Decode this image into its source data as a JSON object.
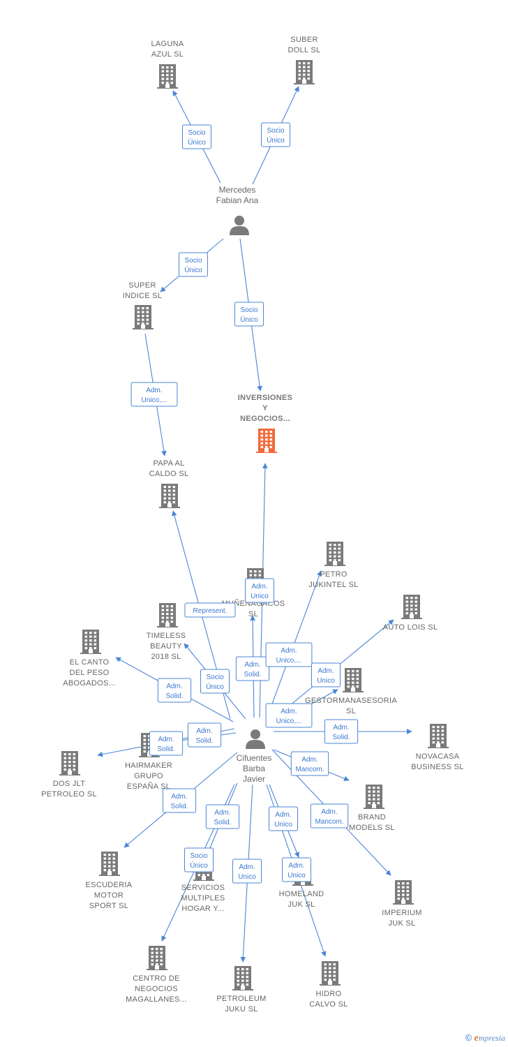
{
  "colors": {
    "building": "#7a7a7a",
    "focus_building": "#f26a3a",
    "person": "#7a7a7a",
    "edge": "#4a86d6"
  },
  "nodes": {
    "laguna": {
      "type": "company",
      "lines": [
        "LAGUNA",
        "AZUL  SL"
      ]
    },
    "suber": {
      "type": "company",
      "lines": [
        "SUBER",
        "DOLL  SL"
      ]
    },
    "mercedes": {
      "type": "person",
      "lines": [
        "Mercedes",
        "Fabian Ana"
      ]
    },
    "super": {
      "type": "company",
      "lines": [
        "SUPER",
        "INDICE  SL"
      ]
    },
    "inversiones": {
      "type": "company",
      "focus": true,
      "lines": [
        "INVERSIONES",
        "Y",
        "NEGOCIOS..."
      ]
    },
    "papa": {
      "type": "company",
      "lines": [
        "PAPA AL",
        "CALDO  SL"
      ]
    },
    "petro": {
      "type": "company",
      "lines": [
        "PETRO",
        "JUKINTEL  SL"
      ]
    },
    "munenagacos": {
      "type": "company",
      "lines": [
        "MUÑENAGACOS",
        "SL"
      ]
    },
    "autolois": {
      "type": "company",
      "lines": [
        "AUTO LOIS  SL"
      ]
    },
    "timeless": {
      "type": "company",
      "lines": [
        "TIMELESS",
        "BEAUTY",
        "2018  SL"
      ]
    },
    "elcanto": {
      "type": "company",
      "lines": [
        "EL CANTO",
        "DEL PESO",
        "ABOGADOS..."
      ]
    },
    "gestor": {
      "type": "company",
      "lines": [
        "GESTORMANASESORIA",
        "SL"
      ]
    },
    "novacasa": {
      "type": "company",
      "lines": [
        "NOVACASA",
        "BUSINESS  SL"
      ]
    },
    "cifuentes": {
      "type": "person",
      "lines": [
        "Cifuentes",
        "Barba",
        "Javier"
      ]
    },
    "hairmaker": {
      "type": "company",
      "lines": [
        "HAIRMAKER",
        "GRUPO",
        "ESPAÑA  SL"
      ]
    },
    "dosjlt": {
      "type": "company",
      "lines": [
        "DOS JLT",
        "PETROLEO  SL"
      ]
    },
    "brand": {
      "type": "company",
      "lines": [
        "BRAND",
        "MODELS  SL"
      ]
    },
    "escuderia": {
      "type": "company",
      "lines": [
        "ESCUDERIA",
        "MOTOR",
        "SPORT  SL"
      ]
    },
    "servicios": {
      "type": "company",
      "lines": [
        "SERVICIOS",
        "MULTIPLES",
        "HOGAR Y..."
      ]
    },
    "homeland": {
      "type": "company",
      "lines": [
        "HOMELAND",
        "JUK  SL"
      ]
    },
    "imperium": {
      "type": "company",
      "lines": [
        "IMPERIUM",
        "JUK  SL"
      ]
    },
    "centro": {
      "type": "company",
      "lines": [
        "CENTRO DE",
        "NEGOCIOS",
        "MAGALLANES..."
      ]
    },
    "petroleum": {
      "type": "company",
      "lines": [
        "PETROLEUM",
        "JUKU  SL"
      ]
    },
    "hidro": {
      "type": "company",
      "lines": [
        "HIDRO",
        "CALVO  SL"
      ]
    }
  },
  "edges": [
    {
      "from": "mercedes",
      "to": "laguna",
      "label": [
        "Socio",
        "Único"
      ]
    },
    {
      "from": "mercedes",
      "to": "suber",
      "label": [
        "Socio",
        "Único"
      ]
    },
    {
      "from": "mercedes",
      "to": "super",
      "label": [
        "Socio",
        "Único"
      ]
    },
    {
      "from": "mercedes",
      "to": "inversiones",
      "label": [
        "Socio",
        "Único"
      ]
    },
    {
      "from": "super",
      "to": "papa",
      "label": [
        "Adm.",
        "Unico,..."
      ]
    },
    {
      "from": "cifuentes",
      "to": "inversiones",
      "label": [
        "Adm.",
        "Unico"
      ]
    },
    {
      "from": "cifuentes",
      "to": "papa",
      "label": [
        "Represent."
      ]
    },
    {
      "from": "cifuentes",
      "to": "munenagacos",
      "label": [
        "Adm.",
        "Solid."
      ]
    },
    {
      "from": "cifuentes",
      "to": "petro",
      "label": [
        "Adm.",
        "Unico,..."
      ]
    },
    {
      "from": "cifuentes",
      "to": "autolois",
      "label": [
        "Adm.",
        "Unico"
      ]
    },
    {
      "from": "cifuentes",
      "to": "timeless",
      "label": [
        "Socio",
        "Único"
      ]
    },
    {
      "from": "cifuentes",
      "to": "elcanto",
      "label": [
        "Adm.",
        "Solid."
      ]
    },
    {
      "from": "cifuentes",
      "to": "gestor",
      "label": [
        "Adm.",
        "Unico,..."
      ]
    },
    {
      "from": "cifuentes",
      "to": "novacasa",
      "label": [
        "Adm.",
        "Solid."
      ]
    },
    {
      "from": "cifuentes",
      "to": "hairmaker",
      "label": [
        "Adm.",
        "Solid."
      ]
    },
    {
      "from": "cifuentes",
      "to": "dosjlt",
      "label": [
        "Adm.",
        "Solid."
      ]
    },
    {
      "from": "cifuentes",
      "to": "brand",
      "label": [
        "Adm.",
        "Mancom."
      ]
    },
    {
      "from": "cifuentes",
      "to": "escuderia",
      "label": [
        "Adm.",
        "Solid."
      ]
    },
    {
      "from": "cifuentes",
      "to": "servicios",
      "label": [
        "Adm.",
        "Solid."
      ]
    },
    {
      "from": "cifuentes",
      "to": "homeland",
      "label": [
        "Adm.",
        "Unico"
      ]
    },
    {
      "from": "cifuentes",
      "to": "imperium",
      "label": [
        "Adm.",
        "Mancom."
      ]
    },
    {
      "from": "cifuentes",
      "to": "centro",
      "label": [
        "Socio",
        "Único"
      ]
    },
    {
      "from": "cifuentes",
      "to": "petroleum",
      "label": [
        "Adm.",
        "Unico"
      ]
    },
    {
      "from": "cifuentes",
      "to": "hidro",
      "label": [
        "Adm.",
        "Unico"
      ]
    }
  ],
  "footer": {
    "copyright": "©",
    "brand_initial": "e",
    "brand_rest": "mpresia"
  }
}
